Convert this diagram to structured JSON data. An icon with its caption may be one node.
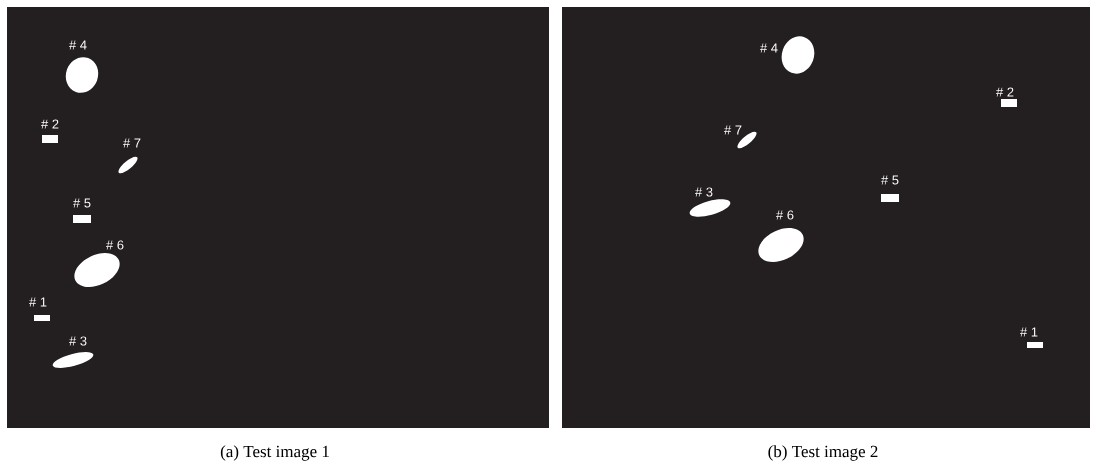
{
  "diagram": {
    "nodes": [
      {
        "text": [],
        "shape": "box",
        "beside": [
          "(a) Test image 1"
        ]
      },
      {
        "text": [],
        "shape": "blob",
        "in": 0,
        "beside": [
          "# 4"
        ]
      },
      {
        "text": [],
        "shape": "box",
        "in": 0,
        "beside": [
          "# 2"
        ]
      },
      {
        "text": [],
        "shape": "blob",
        "in": 0,
        "beside": [
          "# 7"
        ]
      },
      {
        "text": [],
        "shape": "box",
        "in": 0,
        "beside": [
          "# 5"
        ]
      },
      {
        "text": [],
        "shape": "blob",
        "in": 0,
        "beside": [
          "# 6"
        ]
      },
      {
        "text": [],
        "shape": "box",
        "in": 0,
        "beside": [
          "# 1"
        ]
      },
      {
        "text": [],
        "shape": "blob",
        "in": 0,
        "beside": [
          "# 3"
        ]
      },
      {
        "text": [],
        "shape": "box",
        "beside": [
          "(b) Test image 2"
        ]
      },
      {
        "text": [],
        "shape": "blob",
        "in": 8,
        "beside": [
          "# 4"
        ]
      },
      {
        "text": [],
        "shape": "box",
        "in": 8,
        "beside": [
          "# 2"
        ]
      },
      {
        "text": [],
        "shape": "blob",
        "in": 8,
        "beside": [
          "# 7"
        ]
      },
      {
        "text": [],
        "shape": "box",
        "in": 8,
        "beside": [
          "# 5"
        ]
      },
      {
        "text": [],
        "shape": "blob",
        "in": 8,
        "beside": [
          "# 3"
        ]
      },
      {
        "text": [],
        "shape": "blob",
        "in": 8,
        "beside": [
          "# 6"
        ]
      },
      {
        "text": [],
        "shape": "box",
        "in": 8,
        "beside": [
          "# 1"
        ]
      }
    ]
  }
}
